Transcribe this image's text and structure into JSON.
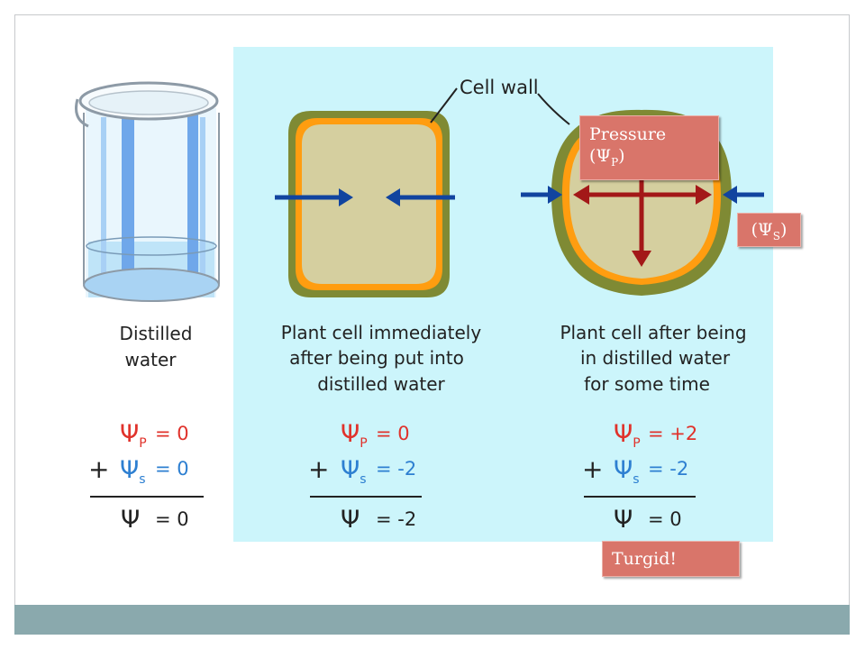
{
  "diagram": {
    "cell_wall_label": "Cell wall",
    "beaker_caption": [
      "Distilled",
      "water"
    ],
    "cell1_caption": [
      "Plant cell immediately",
      "after being put into",
      "distilled water"
    ],
    "cell2_caption": [
      "Plant cell after being",
      "in distilled water",
      "for some time"
    ],
    "equations": [
      {
        "psi_p": "= 0",
        "psi_s": "= 0",
        "psi": "= 0"
      },
      {
        "psi_p": "= 0",
        "psi_s": "= -2",
        "psi": "= -2"
      },
      {
        "psi_p": "= +2",
        "psi_s": "= -2",
        "psi": "= 0"
      }
    ],
    "symbols": {
      "psi": "Ψ",
      "sub_p": "P",
      "sub_s": "s",
      "plus": "+"
    }
  },
  "callouts": {
    "pressure_line1": "Pressure",
    "pressure_line2_open": "(Ψ",
    "pressure_line2_sub": "P",
    "pressure_line2_close": ")",
    "solute_open": "(Ψ",
    "solute_sub": "S",
    "solute_close": ")",
    "turgid": "Turgid!"
  },
  "colors": {
    "panel_bg": "#ccf5fb",
    "cell_wall": "#7f8a34",
    "membrane": "#ff9d10",
    "cytoplasm": "#d5cf9f",
    "water_arrow": "#11449f",
    "pressure_arrow": "#a31818",
    "psi_p_color": "#e0322b",
    "psi_s_color": "#2d7fd1",
    "callout_bg": "#d9756a",
    "footer_bar": "#8aa9ad"
  }
}
